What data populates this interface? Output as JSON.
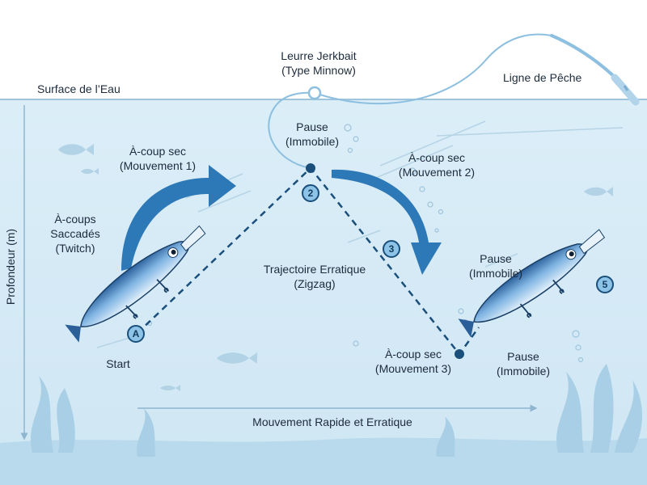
{
  "title": "",
  "labels": {
    "surface": "Surface de l’Eau",
    "lure_title": [
      "Leurre Jerkbait",
      "(Type Minnow)"
    ],
    "line": "Ligne de Pêche",
    "depth_axis": "Profondeur (m)",
    "twitch": [
      "À-coups",
      "Saccadés",
      "(Twitch)"
    ],
    "jerk1": [
      "À-coup sec",
      "(Mouvement 1)"
    ],
    "pause_top": [
      "Pause",
      "(Immobile)"
    ],
    "jerk2": [
      "À-coup sec",
      "(Mouvement 2)"
    ],
    "trajectory": [
      "Trajectoire Erratique",
      "(Zigzag)"
    ],
    "pause_right": [
      "Pause",
      "(Immobile)"
    ],
    "start": "Start",
    "jerk3": [
      "À-coup sec",
      "(Mouvement 3)"
    ],
    "pause_low": [
      "Pause",
      "(Immobile)"
    ],
    "bottom_axis": "Mouvement Rapide et Erratique"
  },
  "badges": {
    "a": "A",
    "b2": "2",
    "b3": "3",
    "b5": "5"
  },
  "colors": {
    "water": "#dcedf6",
    "path": "#1a4f7c",
    "arrow": "#2d78b6",
    "weed": "#a9cfe6",
    "rod": "#8dbfe0"
  }
}
